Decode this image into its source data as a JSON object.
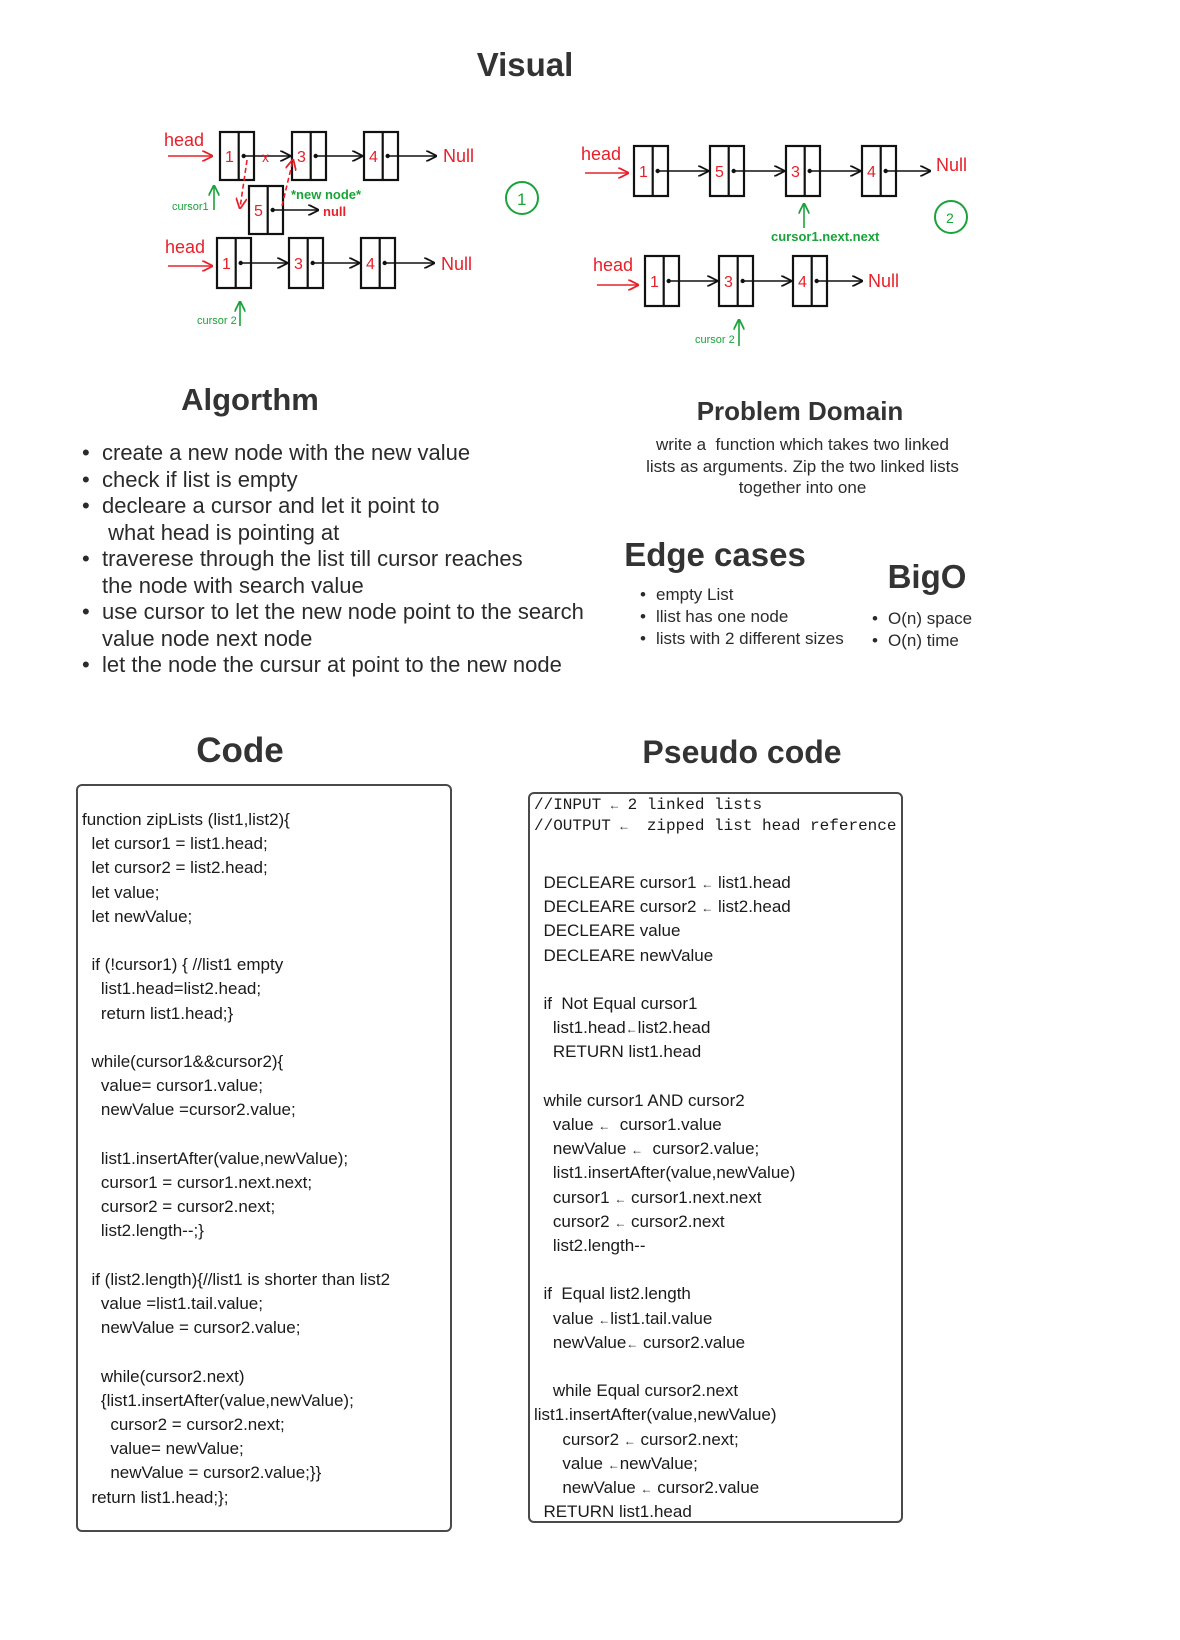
{
  "visual": {
    "title": "Visual",
    "labels": {
      "head": "head",
      "null_cap": "Null",
      "null_low": "null",
      "new_node": "*new node*",
      "cursor1": "cursor1",
      "cursor2": "cursor 2",
      "cursor1_next_next": "cursor1.next.next",
      "cut_mark": "x",
      "step1": "1",
      "step2": "2"
    },
    "left_list1_nodes": [
      "1",
      "3",
      "4"
    ],
    "left_new_node": "5",
    "left_list2_nodes": [
      "1",
      "3",
      "4"
    ],
    "right_list1_nodes": [
      "1",
      "5",
      "3",
      "4"
    ],
    "right_list2_nodes": [
      "1",
      "3",
      "4"
    ],
    "colors": {
      "annotation": "#e8202a",
      "cursor": "#1aa33a",
      "node": "#111111"
    }
  },
  "algorithm": {
    "title": "Algorthm",
    "items": [
      {
        "line": "create a new node with the new value",
        "cont": ""
      },
      {
        "line": "check if list is empty",
        "cont": ""
      },
      {
        "line": "decleare a cursor and let it point to",
        "cont": " what head is pointing at"
      },
      {
        "line": "traverese through the list till cursor reaches",
        "cont": "the node with search value"
      },
      {
        "line": "use cursor to let the new node point to the search",
        "cont": "value node next node"
      },
      {
        "line": "let the node the cursur at point to the new node",
        "cont": ""
      }
    ]
  },
  "problem_domain": {
    "title": "Problem Domain",
    "lines": [
      "write a  function which takes two linked",
      "lists as arguments. Zip the two linked lists",
      "together into one"
    ]
  },
  "edge_cases": {
    "title": "Edge cases",
    "items": [
      "empty List",
      "llist has one node",
      "lists with 2 different sizes"
    ]
  },
  "bigo": {
    "title": "BigO",
    "items": [
      "O(n) space",
      "O(n) time"
    ]
  },
  "code": {
    "title": "Code",
    "lines": [
      "function zipLists (list1,list2){",
      "  let cursor1 = list1.head;",
      "  let cursor2 = list2.head;",
      "  let value;",
      "  let newValue;",
      "",
      "  if (!cursor1) { //list1 empty",
      "    list1.head=list2.head;",
      "    return list1.head;}",
      "",
      "  while(cursor1&&cursor2){",
      "    value= cursor1.value;",
      "    newValue =cursor2.value;",
      "",
      "    list1.insertAfter(value,newValue);",
      "    cursor1 = cursor1.next.next;",
      "    cursor2 = cursor2.next;",
      "    list2.length--;}",
      "",
      "  if (list2.length){//list1 is shorter than list2",
      "    value =list1.tail.value;",
      "    newValue = cursor2.value;",
      "",
      "    while(cursor2.next)",
      "    {list1.insertAfter(value,newValue);",
      "      cursor2 = cursor2.next;",
      "      value= newValue;",
      "      newValue = cursor2.value;}}",
      "  return list1.head;};"
    ]
  },
  "pseudo": {
    "title": "Pseudo code",
    "arrow": "←",
    "lines": [
      {
        "parts": [
          "//INPUT ",
          "←",
          " 2 linked lists"
        ],
        "mono": true
      },
      {
        "parts": [
          "//OUTPUT ",
          "←",
          "  zipped list head reference"
        ],
        "mono": true
      },
      {
        "parts": [
          ""
        ]
      },
      {
        "parts": [
          "  DECLEARE cursor1 ",
          "←",
          " list1.head"
        ]
      },
      {
        "parts": [
          "  DECLEARE cursor2 ",
          "←",
          " list2.head"
        ]
      },
      {
        "parts": [
          "  DECLEARE value"
        ]
      },
      {
        "parts": [
          "  DECLEARE newValue"
        ]
      },
      {
        "parts": [
          ""
        ]
      },
      {
        "parts": [
          "  if  Not Equal cursor1"
        ]
      },
      {
        "parts": [
          "    list1.head",
          "←",
          "list2.head"
        ]
      },
      {
        "parts": [
          "    RETURN list1.head"
        ]
      },
      {
        "parts": [
          ""
        ]
      },
      {
        "parts": [
          "  while cursor1 AND cursor2"
        ]
      },
      {
        "parts": [
          "    value ",
          "←",
          "  cursor1.value"
        ]
      },
      {
        "parts": [
          "    newValue ",
          "←",
          "  cursor2.value;"
        ]
      },
      {
        "parts": [
          "    list1.insertAfter(value,newValue)"
        ]
      },
      {
        "parts": [
          "    cursor1 ",
          "←",
          " cursor1.next.next"
        ]
      },
      {
        "parts": [
          "    cursor2 ",
          "←",
          " cursor2.next"
        ]
      },
      {
        "parts": [
          "    list2.length--"
        ]
      },
      {
        "parts": [
          ""
        ]
      },
      {
        "parts": [
          "  if  Equal list2.length"
        ]
      },
      {
        "parts": [
          "    value ",
          "←",
          "list1.tail.value"
        ]
      },
      {
        "parts": [
          "    newValue",
          "←",
          " cursor2.value"
        ]
      },
      {
        "parts": [
          ""
        ]
      },
      {
        "parts": [
          "    while Equal cursor2.next"
        ]
      },
      {
        "parts": [
          "list1.insertAfter(value,newValue)"
        ]
      },
      {
        "parts": [
          "      cursor2 ",
          "←",
          " cursor2.next;"
        ]
      },
      {
        "parts": [
          "      value ",
          "←",
          "newValue;"
        ]
      },
      {
        "parts": [
          "      newValue ",
          "←",
          " cursor2.value"
        ]
      },
      {
        "parts": [
          "  RETURN list1.head"
        ]
      }
    ]
  }
}
